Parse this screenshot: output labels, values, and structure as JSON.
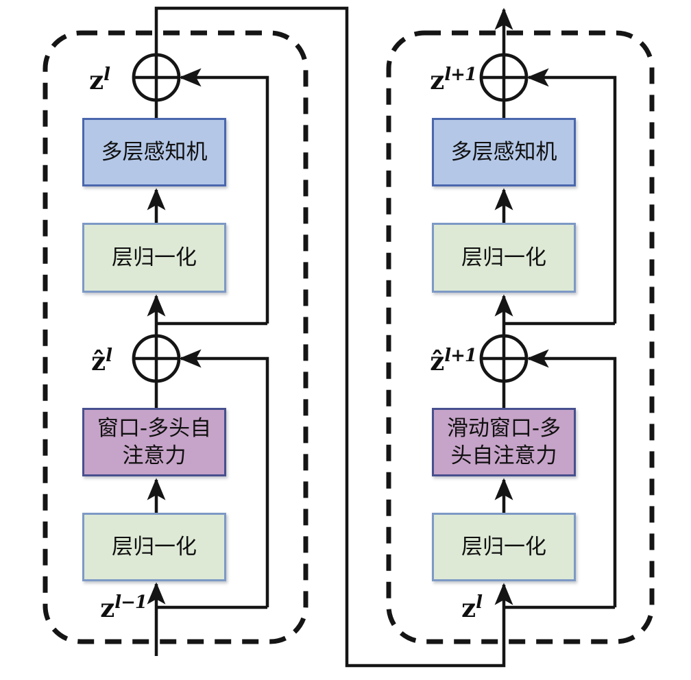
{
  "colors": {
    "background": "#ffffff",
    "line": "#151515",
    "mlp_fill": "#b4c7e7",
    "mlp_border": "#4a67ad",
    "norm_fill": "#dde9d5",
    "norm_border": "#7d99c5",
    "attn_fill": "#c6a3c8",
    "attn_border": "#474f8e"
  },
  "left_block": {
    "output_label": {
      "base": "z",
      "sup": "l"
    },
    "mlp_label": "多层感知机",
    "norm_upper_label": "层归一化",
    "hidden_label": {
      "base": "ẑ",
      "sup": "l"
    },
    "attention_label_line1": "窗口-多头自",
    "attention_label_line2": "注意力",
    "norm_lower_label": "层归一化",
    "input_label": {
      "base": "z",
      "sup": "l−1"
    }
  },
  "right_block": {
    "output_label": {
      "base": "z",
      "sup": "l+1"
    },
    "mlp_label": "多层感知机",
    "norm_upper_label": "层归一化",
    "hidden_label": {
      "base": "ẑ",
      "sup": "l+1"
    },
    "attention_label_line1": "滑动窗口-多",
    "attention_label_line2": "头自注意力",
    "norm_lower_label": "层归一化",
    "input_label": {
      "base": "z",
      "sup": "l"
    }
  }
}
